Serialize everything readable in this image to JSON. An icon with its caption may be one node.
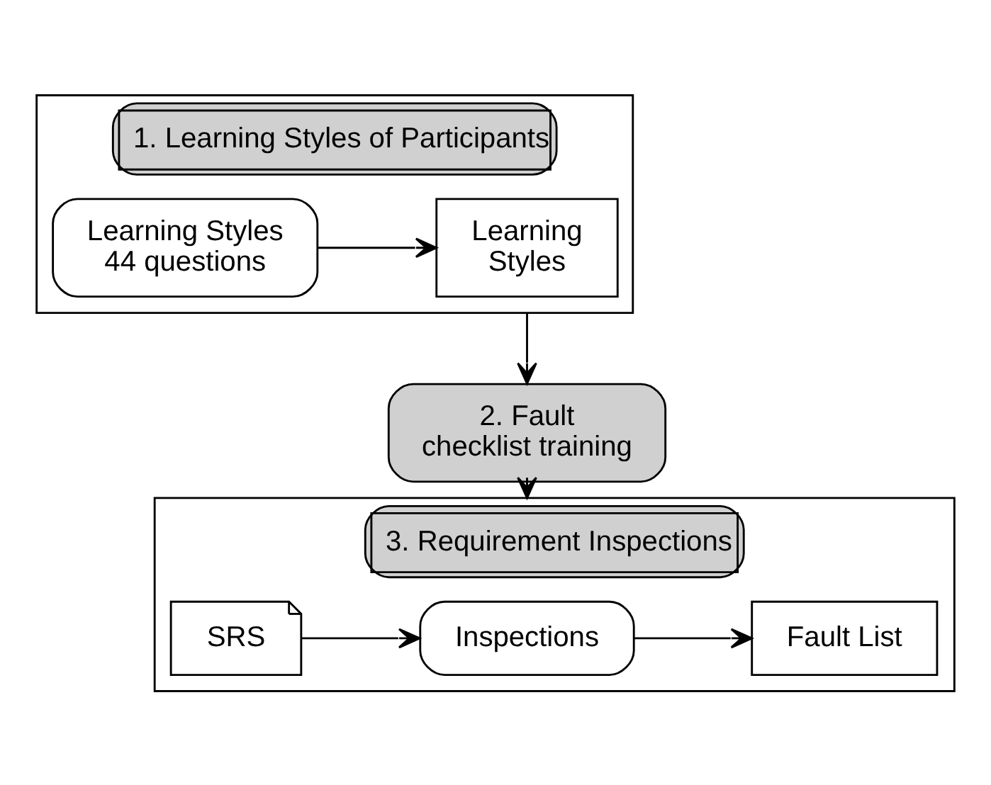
{
  "diagram": {
    "nodes": [
      {
        "text": [
          "1. Learning Styles of Participants"
        ]
      },
      {
        "text": [
          "Learning Styles 44 questions"
        ],
        "in": 0
      },
      {
        "text": [
          "Learning Styles"
        ],
        "in": 0
      },
      {
        "text": [
          "2. Fault checklist training"
        ]
      },
      {
        "text": [
          "3. Requirement Inspections"
        ]
      },
      {
        "text": [
          "SRS"
        ],
        "in": 4
      },
      {
        "text": [
          "Inspections"
        ],
        "in": 4
      },
      {
        "text": [
          "Fault List"
        ],
        "in": 4
      }
    ],
    "edges": [
      {
        "from": 1,
        "to": 2,
        "arrow": "to"
      },
      {
        "from": 0,
        "to": 3,
        "arrow": "to"
      },
      {
        "from": 3,
        "to": 4,
        "arrow": "to"
      },
      {
        "from": 5,
        "to": 6,
        "arrow": "to"
      },
      {
        "from": 6,
        "to": 7,
        "arrow": "to"
      }
    ]
  }
}
